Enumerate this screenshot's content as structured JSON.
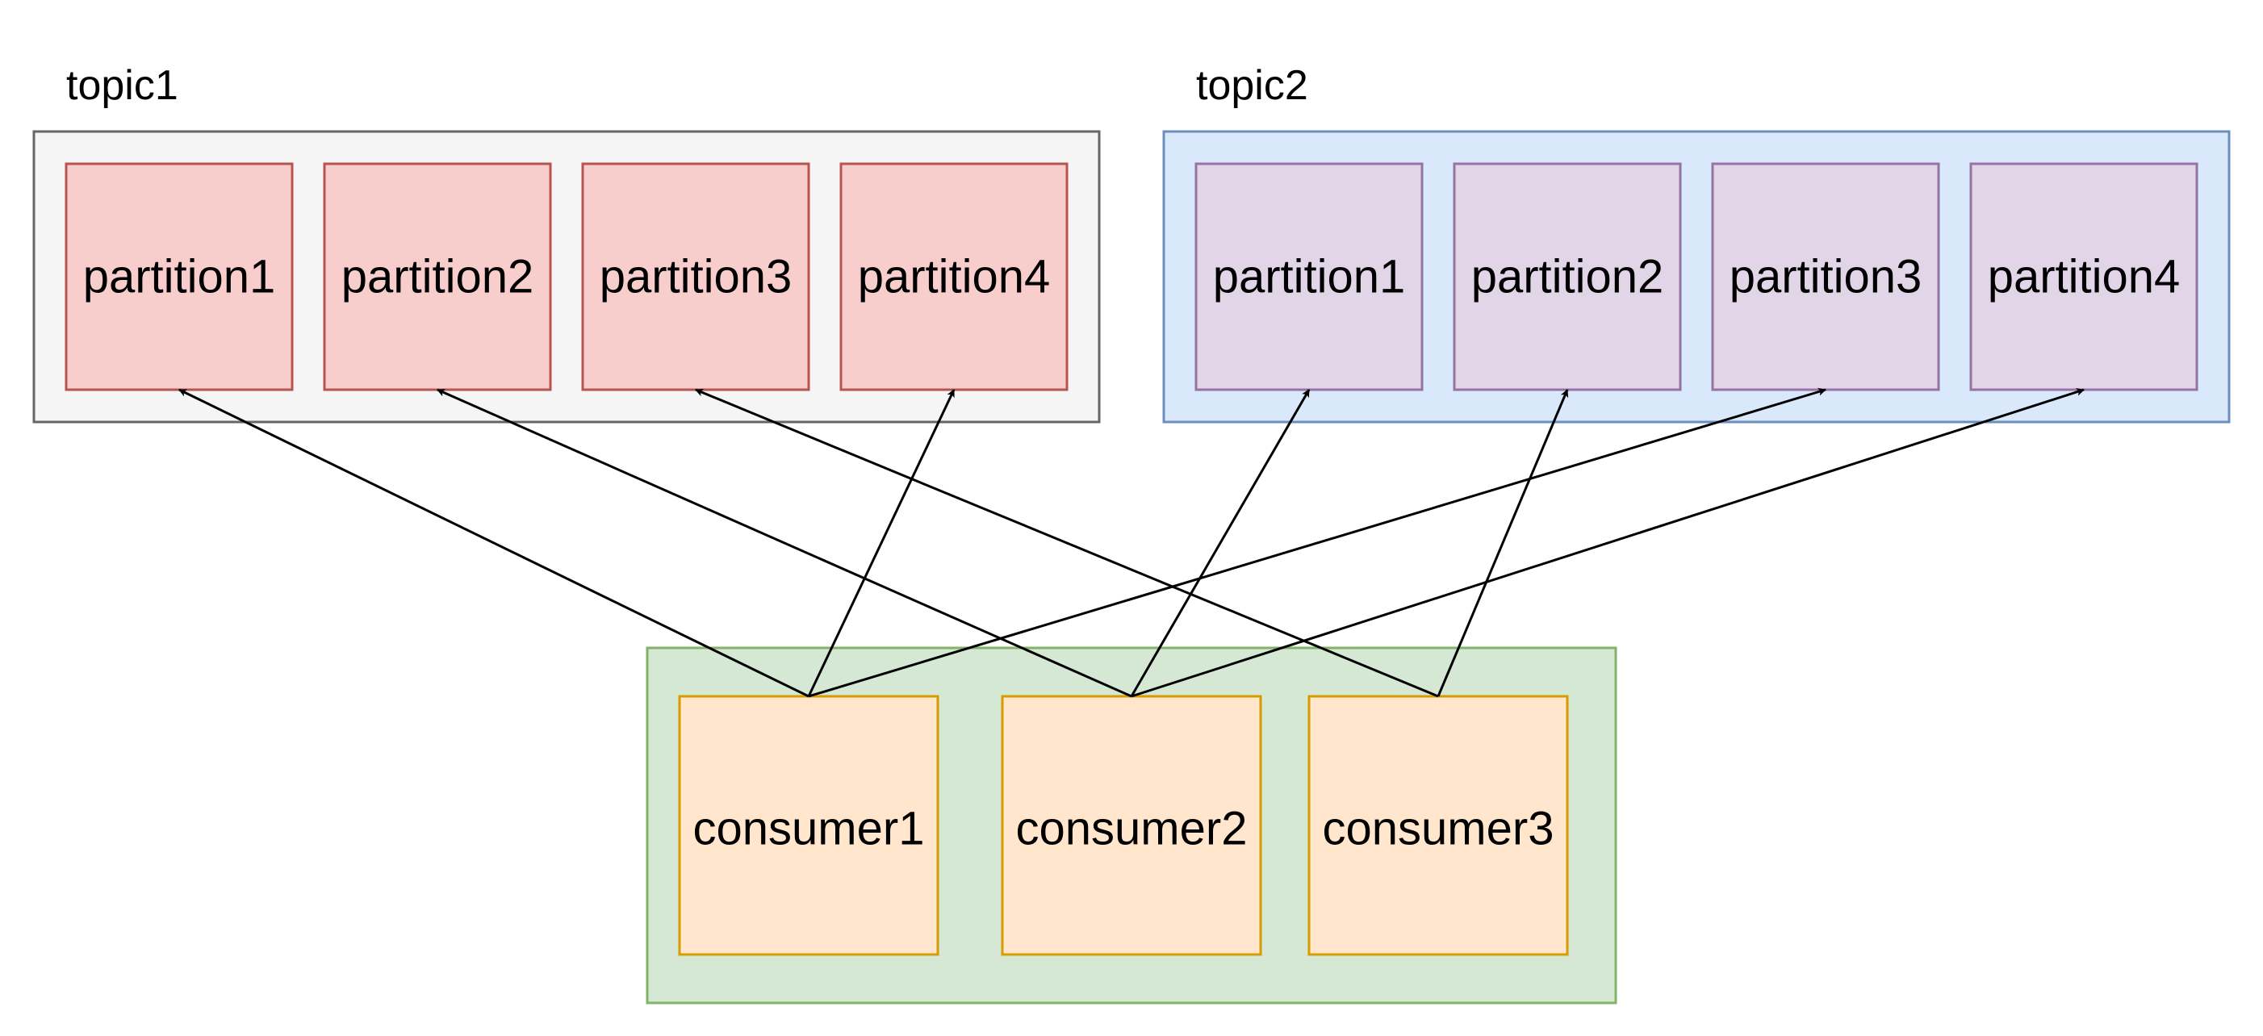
{
  "topics": [
    {
      "id": "topic1",
      "label": "topic1",
      "fill": "#f5f5f5",
      "stroke": "#666666",
      "partition_fill": "#f8cecc",
      "partition_stroke": "#b85450",
      "partitions": [
        "partition1",
        "partition2",
        "partition3",
        "partition4"
      ]
    },
    {
      "id": "topic2",
      "label": "topic2",
      "fill": "#dae8fc",
      "stroke": "#6c8ebf",
      "partition_fill": "#e1d5e7",
      "partition_stroke": "#9673a6",
      "partitions": [
        "partition1",
        "partition2",
        "partition3",
        "partition4"
      ]
    }
  ],
  "consumer_group": {
    "fill": "#d5e8d4",
    "stroke": "#82b366",
    "consumer_fill": "#ffe6cc",
    "consumer_stroke": "#d79b00",
    "consumers": [
      "consumer1",
      "consumer2",
      "consumer3"
    ]
  },
  "edges": [
    {
      "from": "consumer1",
      "to": "topic1.partition1"
    },
    {
      "from": "consumer1",
      "to": "topic1.partition4"
    },
    {
      "from": "consumer1",
      "to": "topic2.partition3"
    },
    {
      "from": "consumer2",
      "to": "topic1.partition2"
    },
    {
      "from": "consumer2",
      "to": "topic2.partition1"
    },
    {
      "from": "consumer2",
      "to": "topic2.partition4"
    },
    {
      "from": "consumer3",
      "to": "topic1.partition3"
    },
    {
      "from": "consumer3",
      "to": "topic2.partition2"
    }
  ]
}
